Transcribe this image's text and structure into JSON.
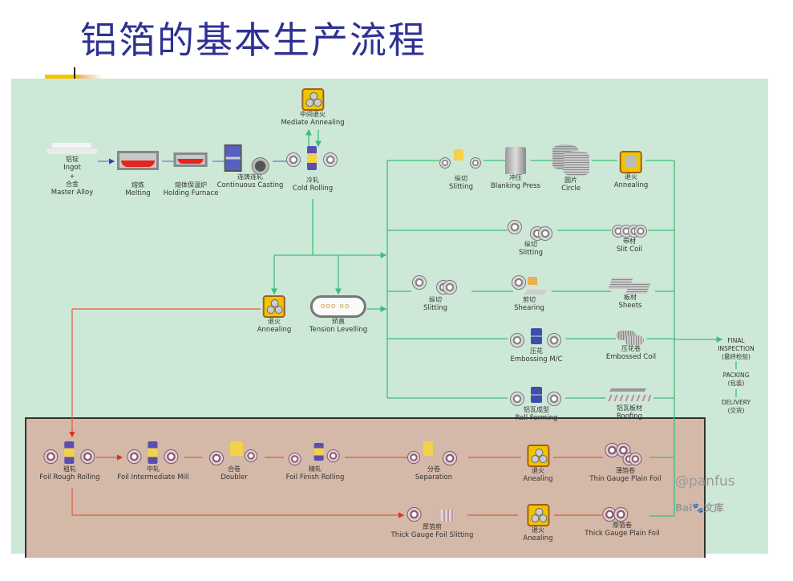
{
  "title": "铝箔的基本生产流程",
  "colors": {
    "title": "#2e3192",
    "panel_bg": "#cde8d6",
    "foil_box_bg": "#d4b8a8",
    "green_line": "#3cbf78",
    "red_line": "#e05a40",
    "blue_line": "#6677cc"
  },
  "casting_line": [
    {
      "cn": "铝锭",
      "plus": "+",
      "cn2": "合金",
      "en": "Ingot",
      "en2": "Master Alloy"
    },
    {
      "cn": "熔炼",
      "en": "Melting"
    },
    {
      "cn": "熔体保温炉",
      "en": "Holding  Furnace"
    },
    {
      "cn": "连铸连轧",
      "en": "Continuous Casting"
    },
    {
      "cn": "冷轧",
      "en": "Cold Rolling"
    }
  ],
  "mediate_annealing": {
    "cn": "中间退火",
    "en": "Mediate Annealing"
  },
  "branch_nodes": [
    {
      "cn": "退火",
      "en": "Annealing"
    },
    {
      "cn": "矫直",
      "en": "Tension Levelling"
    }
  ],
  "product_rows": [
    [
      {
        "cn": "纵切",
        "en": "Slitting"
      },
      {
        "cn": "冲压",
        "en": "Blanking Press"
      },
      {
        "cn": "圆片",
        "en": "Circle"
      },
      {
        "cn": "退火",
        "en": "Annealing"
      }
    ],
    [
      {
        "cn": "纵切",
        "en": "Slitting"
      },
      {
        "cn": "带材",
        "en": "Slit Coil"
      }
    ],
    [
      {
        "cn": "纵切",
        "en": "Slitting"
      },
      {
        "cn": "剪切",
        "en": "Shearing"
      },
      {
        "cn": "板材",
        "en": "Sheets"
      }
    ],
    [
      {
        "cn": "压花",
        "en": "Embossing M/C"
      },
      {
        "cn": "压花卷",
        "en": "Embossed Coil"
      }
    ],
    [
      {
        "cn": "铝瓦成型",
        "en": "Roll Forming"
      },
      {
        "cn": "铝瓦板材",
        "en": "Roofing"
      }
    ]
  ],
  "final_steps": {
    "inspection": "FINAL INSPECTION",
    "inspection_cn": "(最终检验)",
    "packing": "PACKING",
    "packing_cn": "(包装)",
    "delivery": "DELIVERY",
    "delivery_cn": "(交货)"
  },
  "foil_row1": [
    {
      "cn": "粗轧",
      "en": "Foil  Rough Rolling"
    },
    {
      "cn": "中轧",
      "en": "Foil Intermediate Mill"
    },
    {
      "cn": "合卷",
      "en": "Doubler"
    },
    {
      "cn": "精轧",
      "en": "Foil Finish Rolling"
    },
    {
      "cn": "分卷",
      "en": "Separation"
    },
    {
      "cn": "退火",
      "en": "Anealing"
    },
    {
      "cn": "薄箔卷",
      "en": "Thin Gauge Plain Foil"
    }
  ],
  "foil_row2": [
    {
      "cn": "厚箔剪",
      "en": "Thick Gauge Foil Slitting"
    },
    {
      "cn": "退火",
      "en": "Anealing"
    },
    {
      "cn": "厚箔卷",
      "en": "Thick Gauge Plain Foil"
    }
  ],
  "watermark": {
    "handle": "@panfus",
    "brand": "Bai",
    "brand2": "文库"
  }
}
